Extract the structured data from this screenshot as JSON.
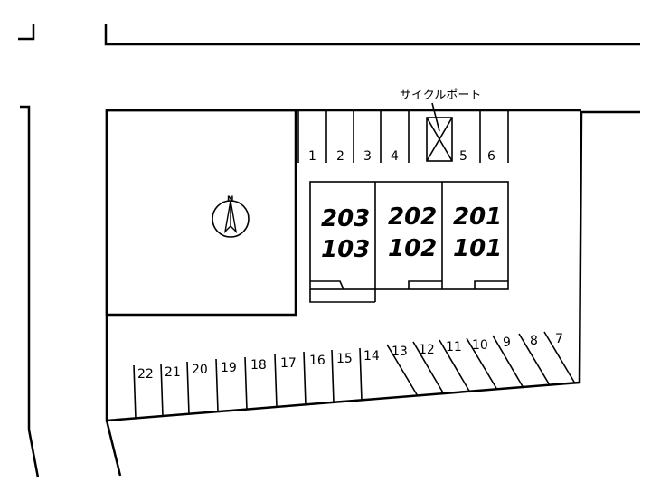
{
  "cycle_port_label": "サイクルポート",
  "compass_label": "N",
  "top_row_spaces": [
    "1",
    "2",
    "3",
    "4",
    "5",
    "6"
  ],
  "units": [
    {
      "upper": "203",
      "lower": "103"
    },
    {
      "upper": "202",
      "lower": "102"
    },
    {
      "upper": "201",
      "lower": "101"
    }
  ],
  "bottom_row_spaces": [
    "22",
    "21",
    "20",
    "19",
    "18",
    "17",
    "16",
    "15",
    "14",
    "13",
    "12",
    "11",
    "10",
    "9",
    "8",
    "7"
  ]
}
